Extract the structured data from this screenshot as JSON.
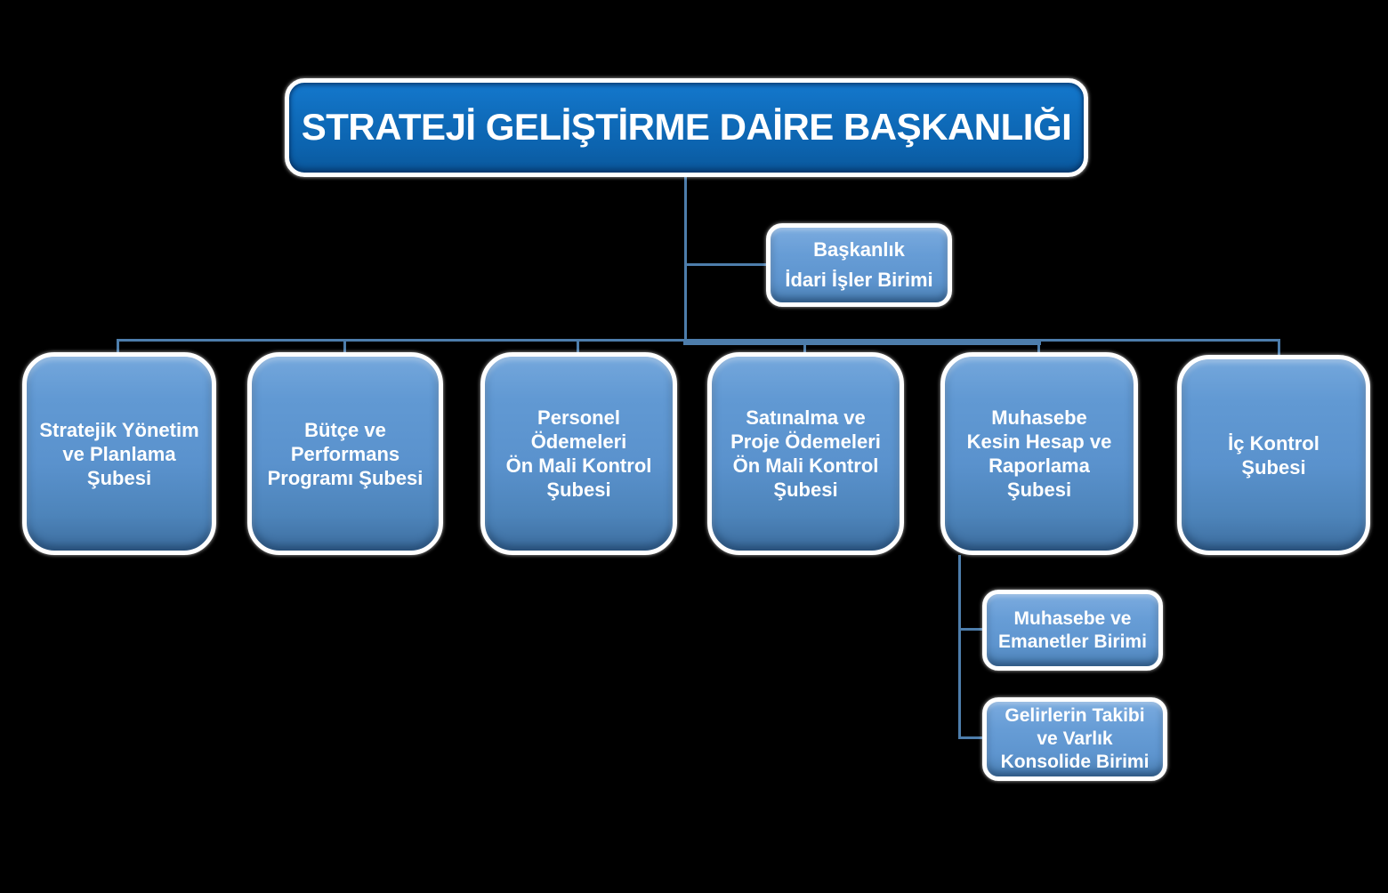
{
  "org_chart": {
    "title": {
      "id": "strateji-gelistirme-daire-baskanligi",
      "label": "STRATEJİ GELİŞTİRME DAİRE BAŞKANLIĞI"
    },
    "staff_unit": {
      "id": "baskanlik-idari-isler-birimi",
      "label": "Başkanlık\nİdari İşler Birimi"
    },
    "branches": [
      {
        "id": "stratejik-yonetim-ve-planlama-subesi",
        "label": "Stratejik Yönetim\nve Planlama\nŞubesi"
      },
      {
        "id": "butce-ve-performans-programi-subesi",
        "label": "Bütçe ve\nPerformans\nProgramı Şubesi"
      },
      {
        "id": "personel-odemeleri-on-mali-kontrol-subesi",
        "label": "Personel\nÖdemeleri\nÖn Mali Kontrol\nŞubesi"
      },
      {
        "id": "satinalma-ve-proje-odemeleri-on-mali-kontrol-subesi",
        "label": "Satınalma ve\nProje Ödemeleri\nÖn Mali Kontrol\nŞubesi"
      },
      {
        "id": "muhasebe-kesin-hesap-ve-raporlama-subesi",
        "label": "Muhasebe\nKesin Hesap ve\nRaporlama\nŞubesi",
        "children": [
          {
            "id": "muhasebe-ve-emanetler-birimi",
            "label": "Muhasebe ve\nEmanetler Birimi"
          },
          {
            "id": "gelirlerin-takibi-ve-varlik-konsolide-birimi",
            "label": "Gelirlerin Takibi\nve Varlık\nKonsolide Birimi"
          }
        ]
      },
      {
        "id": "ic-kontrol-subesi",
        "label": "İç Kontrol\nŞubesi"
      }
    ],
    "colors": {
      "background": "#000000",
      "root_fill": "#0f6cbb",
      "branch_fill": "#5a92cd",
      "small_fill": "#5e95cf",
      "node_border": "#ffffff",
      "connector": "#4d7dab",
      "text": "#ffffff"
    }
  }
}
